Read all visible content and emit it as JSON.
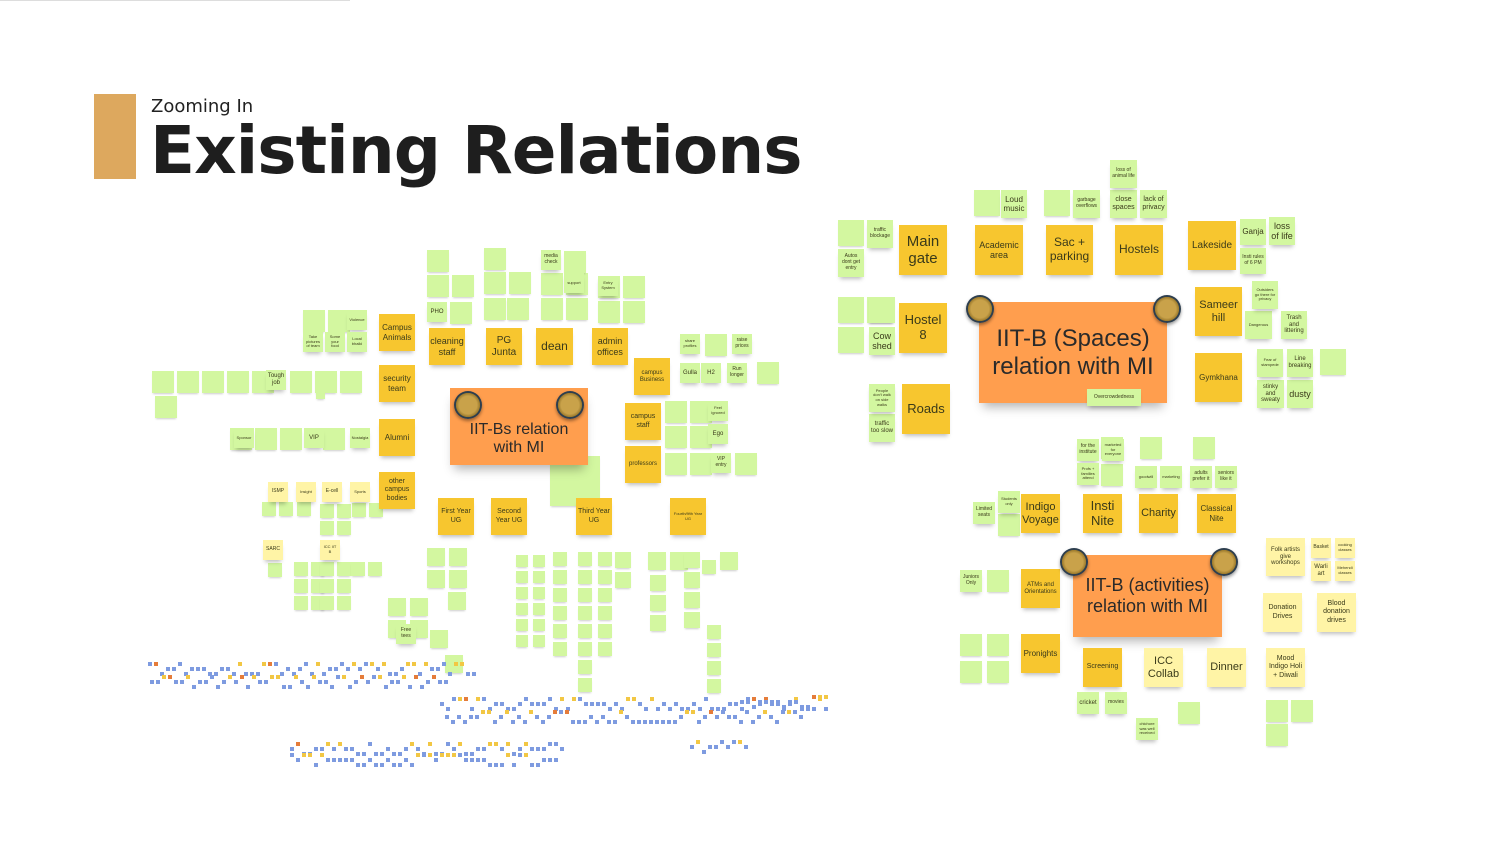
{
  "slide": {
    "subtitle": "Zooming In",
    "title": "Existing Relations",
    "accent_color": "#DDA85E"
  },
  "notes": {
    "spaces_center": {
      "text": "IIT-B (Spaces) relation with MI",
      "kind": "o"
    },
    "overcrowdedness": {
      "text": "Overcrowdedness",
      "kind": "g"
    },
    "main_gate": {
      "text": "Main gate",
      "kind": "y"
    },
    "academic_area": {
      "text": "Academic area",
      "kind": "y"
    },
    "sac_parking": {
      "text": "Sac + parking",
      "kind": "y"
    },
    "hostels": {
      "text": "Hostels",
      "kind": "y"
    },
    "lakeside": {
      "text": "Lakeside",
      "kind": "y"
    },
    "ganja": {
      "text": "Ganja",
      "kind": "g"
    },
    "loss_of_life": {
      "text": "loss of life",
      "kind": "g"
    },
    "insti_rules": {
      "text": "Insti rules of 6 PM",
      "kind": "g"
    },
    "sameer_hill": {
      "text": "Sameer hill",
      "kind": "y"
    },
    "gymkhana": {
      "text": "Gymkhana",
      "kind": "y"
    },
    "hostel_8": {
      "text": "Hostel 8",
      "kind": "y"
    },
    "roads": {
      "text": "Roads",
      "kind": "y"
    },
    "cow_shed": {
      "text": "Cow shed",
      "kind": "g"
    },
    "loud_music": {
      "text": "Loud music",
      "kind": "g"
    },
    "close_spaces": {
      "text": "close spaces",
      "kind": "g"
    },
    "lack_privacy": {
      "text": "lack of privacy",
      "kind": "g"
    },
    "loss_animal": {
      "text": "loss of animal life",
      "kind": "g"
    },
    "garbage": {
      "text": "garbage overflows",
      "kind": "g"
    },
    "traffic_blockage": {
      "text": "traffic blockage",
      "kind": "g"
    },
    "autos": {
      "text": "Autos dont get entry",
      "kind": "g"
    },
    "traffic_slow": {
      "text": "traffic too slow",
      "kind": "g"
    },
    "trash": {
      "text": "Trash and littering",
      "kind": "g"
    },
    "dusty": {
      "text": "dusty",
      "kind": "g"
    },
    "stinky": {
      "text": "stinky and sweaty",
      "kind": "g"
    },
    "line_breaking": {
      "text": "Line breaking",
      "kind": "g"
    },
    "dangerous": {
      "text": "Dangerous",
      "kind": "g"
    },
    "outsiders": {
      "text": "Outsiders go there for privacy",
      "kind": "g"
    },
    "fear_stampede": {
      "text": "Fear of stampede",
      "kind": "g"
    },
    "people_walk": {
      "text": "People don't walk on side walks",
      "kind": "g"
    },
    "act_center": {
      "text": "IIT-B (activities) relation with MI",
      "kind": "o"
    },
    "indigo_voyage": {
      "text": "Indigo Voyage",
      "kind": "y"
    },
    "insti_nite": {
      "text": "Insti Nite",
      "kind": "y"
    },
    "charity": {
      "text": "Charity",
      "kind": "y"
    },
    "classical_nite": {
      "text": "Classical Nite",
      "kind": "y"
    },
    "atms": {
      "text": "ATMs and Orientations",
      "kind": "y"
    },
    "pronights": {
      "text": "Pronights",
      "kind": "y"
    },
    "screening": {
      "text": "Screening",
      "kind": "y"
    },
    "icc_collab": {
      "text": "ICC Collab",
      "kind": "p"
    },
    "dinner": {
      "text": "Dinner",
      "kind": "p"
    },
    "mood_holi": {
      "text": "Mood Indigo Holi + Diwali",
      "kind": "p"
    },
    "folk": {
      "text": "Folk artists give workshops",
      "kind": "p"
    },
    "basket": {
      "text": "Basket",
      "kind": "p"
    },
    "warli": {
      "text": "Warli art",
      "kind": "p"
    },
    "cooking": {
      "text": "cooking classes",
      "kind": "p"
    },
    "mehendi": {
      "text": "Mehendi classes",
      "kind": "p"
    },
    "donation": {
      "text": "Donation Drives",
      "kind": "p"
    },
    "blood": {
      "text": "Blood donation drives",
      "kind": "p"
    },
    "juniors": {
      "text": "Juniors Only",
      "kind": "g"
    },
    "limited": {
      "text": "Limited seats",
      "kind": "g"
    },
    "students_only": {
      "text": "Students only",
      "kind": "g"
    },
    "cricket": {
      "text": "cricket",
      "kind": "g"
    },
    "movies": {
      "text": "movies",
      "kind": "g"
    },
    "chichore": {
      "text": "chichore was well received",
      "kind": "g"
    },
    "goodwill": {
      "text": "goodwill",
      "kind": "g"
    },
    "marketing": {
      "text": "marketing",
      "kind": "g"
    },
    "adults": {
      "text": "adults prefer it",
      "kind": "g"
    },
    "seniors": {
      "text": "seniors like it",
      "kind": "g"
    },
    "for_institute": {
      "text": "for the institute",
      "kind": "g"
    },
    "profs": {
      "text": "Profs + families attend",
      "kind": "g"
    },
    "marketed": {
      "text": "marketed for everyone",
      "kind": "g"
    },
    "bs_center": {
      "text": "IIT-Bs relation with MI",
      "kind": "o"
    },
    "cleaning": {
      "text": "cleaning staff",
      "kind": "y"
    },
    "pg_junta": {
      "text": "PG Junta",
      "kind": "y"
    },
    "dean": {
      "text": "dean",
      "kind": "y"
    },
    "admin": {
      "text": "admin offices",
      "kind": "y"
    },
    "campus_animals": {
      "text": "Campus Animals",
      "kind": "y"
    },
    "security": {
      "text": "security team",
      "kind": "y"
    },
    "alumni": {
      "text": "Alumni",
      "kind": "y"
    },
    "other_bodies": {
      "text": "other campus bodies",
      "kind": "y"
    },
    "campus_business": {
      "text": "campus Business",
      "kind": "y"
    },
    "campus_staff": {
      "text": "campus staff",
      "kind": "y"
    },
    "professors": {
      "text": "professors",
      "kind": "y"
    },
    "first_ug": {
      "text": "First Year UG",
      "kind": "y"
    },
    "second_ug": {
      "text": "Second Year UG",
      "kind": "y"
    },
    "third_ug": {
      "text": "Third Year UG",
      "kind": "y"
    },
    "fourth_ug": {
      "text": "Fourth/fifth Year UG",
      "kind": "y"
    },
    "media_check": {
      "text": "media check",
      "kind": "g"
    },
    "pho": {
      "text": "PHO",
      "kind": "g"
    },
    "support": {
      "text": "support",
      "kind": "g"
    },
    "entry_system": {
      "text": "Entry System",
      "kind": "g"
    },
    "share_profiles": {
      "text": "share profiles",
      "kind": "g"
    },
    "raise_prices": {
      "text": "raise prices",
      "kind": "g"
    },
    "gulla": {
      "text": "Gulla",
      "kind": "g"
    },
    "h2": {
      "text": "H2",
      "kind": "g"
    },
    "run_longer": {
      "text": "Run longer",
      "kind": "g"
    },
    "feel_ignored": {
      "text": "Feel ignored",
      "kind": "g"
    },
    "ego": {
      "text": "Ego",
      "kind": "g"
    },
    "vip_entry": {
      "text": "VIP entry",
      "kind": "g"
    },
    "violence": {
      "text": "Violence",
      "kind": "g"
    },
    "local_bhaiki": {
      "text": "Local bhaiki",
      "kind": "g"
    },
    "take_pictures": {
      "text": "Take pictures of team",
      "kind": "g"
    },
    "some_food": {
      "text": "Some your food",
      "kind": "g"
    },
    "tough_job": {
      "text": "Tough job",
      "kind": "g"
    },
    "vip": {
      "text": "VIP",
      "kind": "g"
    },
    "sponsor": {
      "text": "Sponsor",
      "kind": "g"
    },
    "nostalgia": {
      "text": "Nostalgia",
      "kind": "g"
    },
    "ismp": {
      "text": "ISMP",
      "kind": "p"
    },
    "insight": {
      "text": "Insight",
      "kind": "p"
    },
    "ecell": {
      "text": "E-cell",
      "kind": "p"
    },
    "sports": {
      "text": "Sports",
      "kind": "p"
    },
    "sarc": {
      "text": "SARC",
      "kind": "p"
    },
    "icc_iitb": {
      "text": "ICC IIT B",
      "kind": "p"
    },
    "free_tees": {
      "text": "Free tees",
      "kind": "g"
    }
  }
}
